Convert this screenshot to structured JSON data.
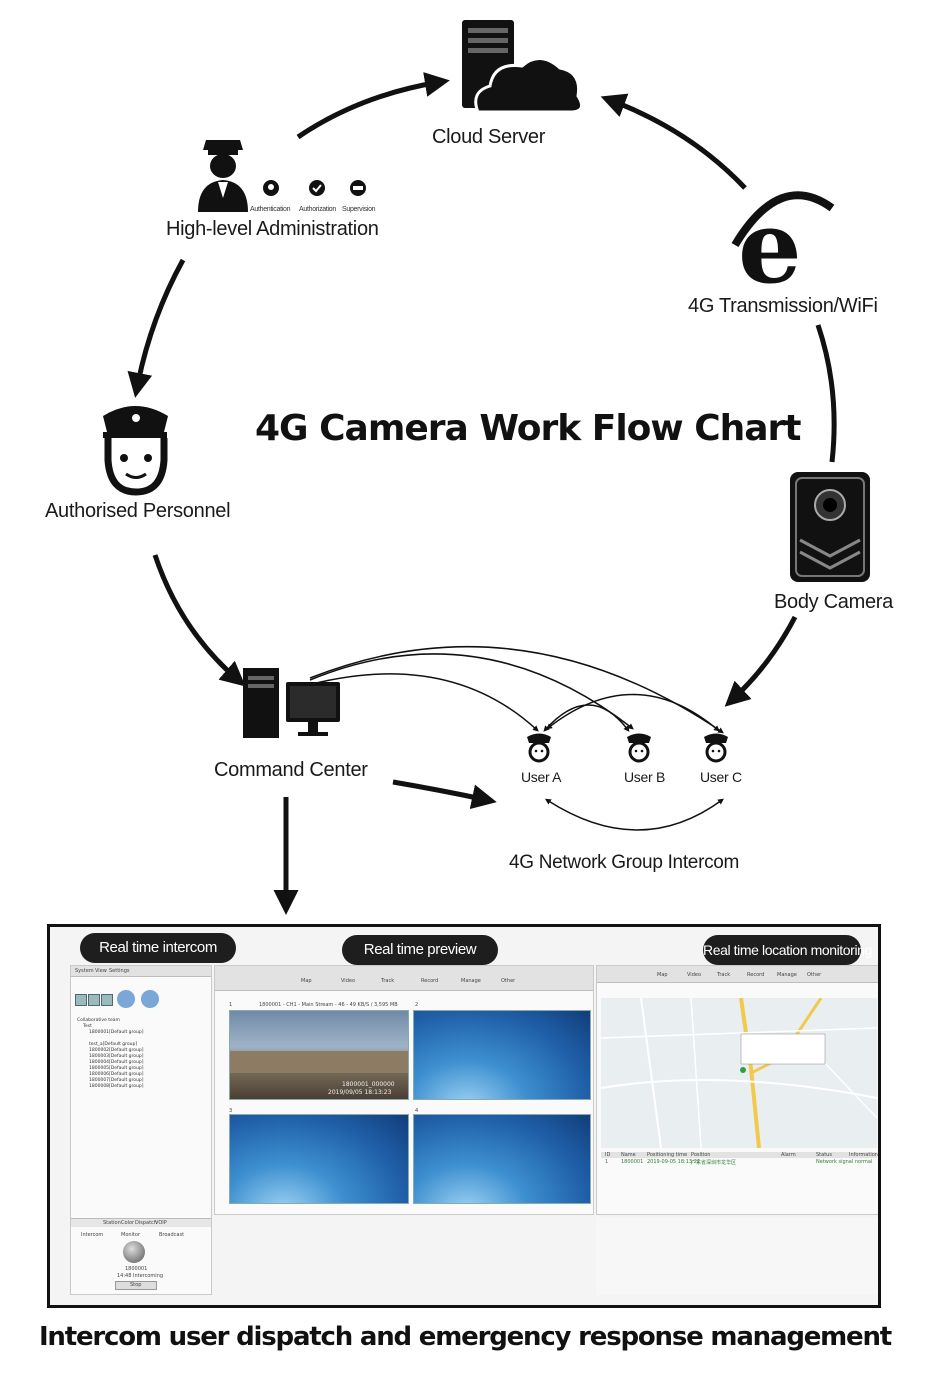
{
  "diagram": {
    "title": "4G Camera Work Flow Chart",
    "footer": "Intercom user dispatch and emergency  response management",
    "nodes": {
      "cloud_server": "Cloud Server",
      "admin": "High-level Administration",
      "admin_badges": [
        "Authentication",
        "Authorization",
        "Supervision"
      ],
      "transmission": "4G Transmission/WiFi",
      "personnel": "Authorised Personnel",
      "body_camera": "Body Camera",
      "command_center": "Command Center",
      "user_a": "User A",
      "user_b": "User B",
      "user_c": "User C",
      "intercom": "4G Network Group Intercom"
    }
  },
  "screenshot": {
    "pills": {
      "intercom": "Real time intercom",
      "preview": "Real time preview",
      "location": "Real time location monitoring"
    },
    "left": {
      "menu": [
        "System",
        "View",
        "Settings"
      ],
      "tree_root": "Collaborative team",
      "tree_group": "Test",
      "tree_items": [
        "1800001[Default group]",
        "test_a[Default group]",
        "1800002[Default group]",
        "1800003[Default group]",
        "1800004[Default group]",
        "1800005[Default group]",
        "1800006[Default group]",
        "1800007[Default group]",
        "1800008[Default group]"
      ],
      "tabs": [
        "Station",
        "Color",
        "Dispatch",
        "VOIP"
      ],
      "modes": [
        "Intercom",
        "Monitor",
        "Broadcast"
      ],
      "device_id": "1800001",
      "device_status": "14:48 Intercoming",
      "stop_label": "Stop"
    },
    "middle": {
      "toolbar": [
        "Map",
        "Video",
        "Track",
        "Record",
        "Manage",
        "Other"
      ],
      "stream_info": "1800001 - CH1 - Main Stream - 46 - 49 KB/S / 3,595 MB",
      "cells": [
        "1",
        "2",
        "3",
        "4"
      ],
      "overlay_id": "1800001_000000",
      "overlay_time": "2019/09/05 18:13:23"
    },
    "right": {
      "toolbar": [
        "Map",
        "Video",
        "Track",
        "Record",
        "Manage",
        "Other"
      ],
      "table_headers": [
        "ID",
        "Name",
        "Positioning time",
        "Position",
        "Alarm",
        "Status",
        "Information"
      ],
      "table_row": [
        "1",
        "1800001",
        "2019-09-05 18:13:22",
        "广东省深圳市龙华区",
        "",
        "",
        "Network signal normal"
      ]
    }
  },
  "colors": {
    "ink": "#1a1a1a",
    "pill": "#1e1e1e",
    "map_road": "#f2c94c"
  }
}
